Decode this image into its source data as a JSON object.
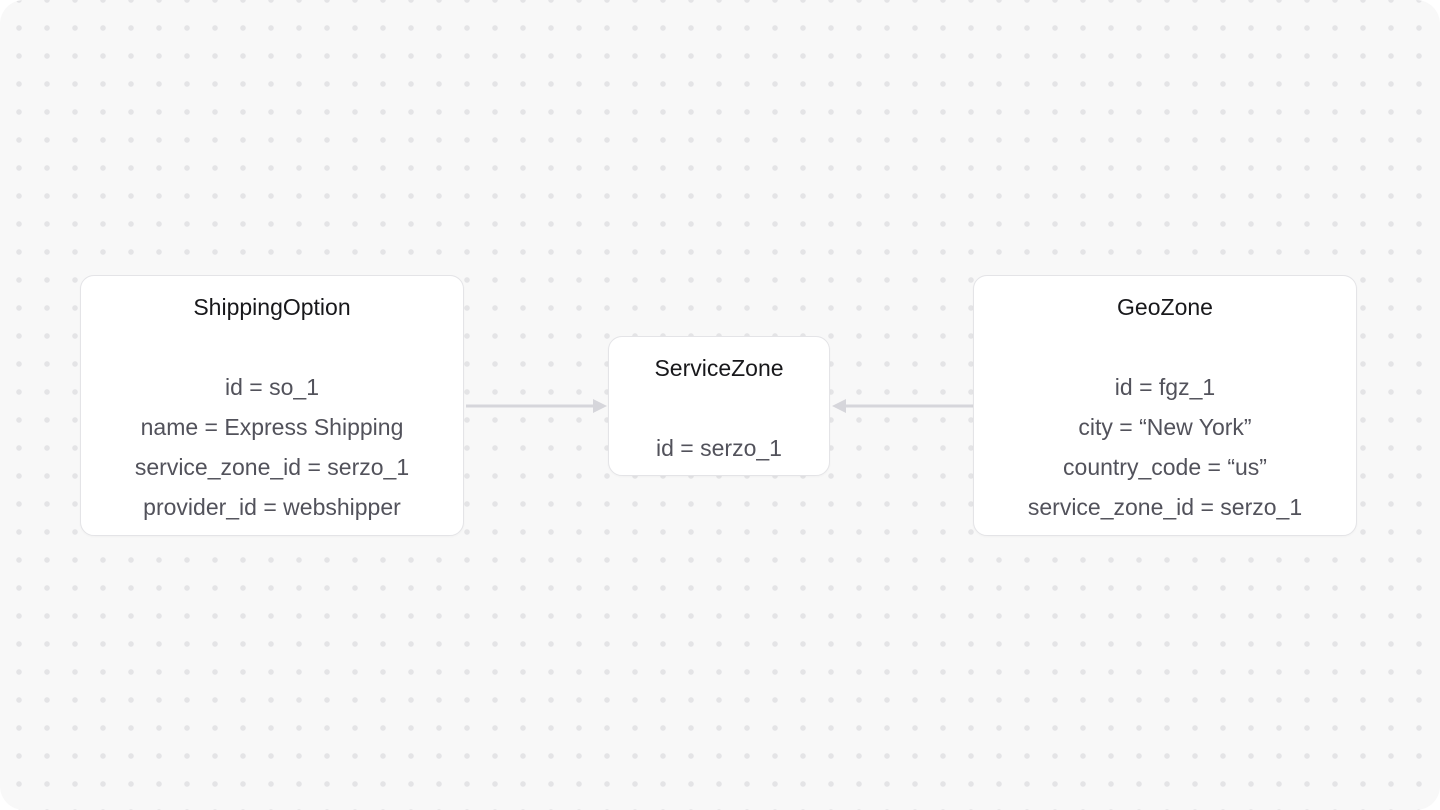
{
  "diagram": {
    "entities": [
      {
        "title": "ShippingOption",
        "fields": [
          "id = so_1",
          "name = Express Shipping",
          "service_zone_id = serzo_1",
          "provider_id = webshipper"
        ]
      },
      {
        "title": "ServiceZone",
        "fields": [
          "id = serzo_1"
        ]
      },
      {
        "title": "GeoZone",
        "fields": [
          "id = fgz_1",
          "city = “New York”",
          "country_code = “us”",
          "service_zone_id = serzo_1"
        ]
      }
    ],
    "relations": [
      {
        "from": "ShippingOption",
        "to": "ServiceZone",
        "direction": "right"
      },
      {
        "from": "GeoZone",
        "to": "ServiceZone",
        "direction": "left"
      }
    ]
  },
  "colors": {
    "page_bg": "#ffffff",
    "canvas_bg": "#f8f8f8",
    "dot": "#e4e4e6",
    "box_bg": "#ffffff",
    "box_border": "#e4e4e7",
    "title_text": "#18181b",
    "field_text": "#52525b",
    "arrow": "#d6d6db"
  }
}
